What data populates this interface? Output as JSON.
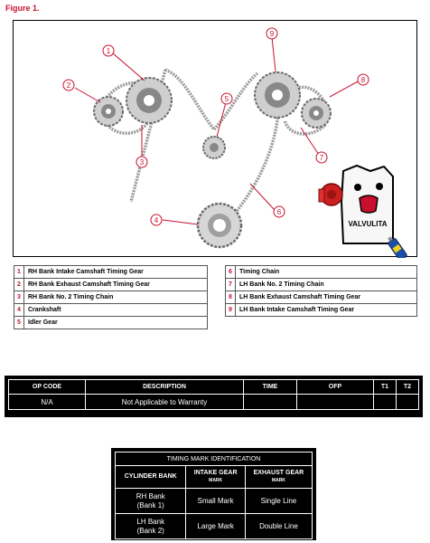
{
  "figure_title": "Figure 1.",
  "callouts": [
    "1",
    "2",
    "3",
    "4",
    "5",
    "6",
    "7",
    "8",
    "9"
  ],
  "logo": {
    "text": "VALVULITA"
  },
  "colors": {
    "callout": "#c8102e",
    "gear": "#8a8a8a",
    "logo_red": "#cc1f1f",
    "logo_blue": "#1e4fa8"
  },
  "legend": {
    "left": [
      {
        "num": "1",
        "label": "RH Bank Intake Camshaft Timing Gear"
      },
      {
        "num": "2",
        "label": "RH Bank Exhaust Camshaft Timing Gear"
      },
      {
        "num": "3",
        "label": "RH Bank No. 2 Timing Chain"
      },
      {
        "num": "4",
        "label": "Crankshaft"
      },
      {
        "num": "5",
        "label": "Idler Gear"
      }
    ],
    "right": [
      {
        "num": "6",
        "label": "Timing Chain"
      },
      {
        "num": "7",
        "label": "LH Bank No. 2 Timing Chain"
      },
      {
        "num": "8",
        "label": "LH Bank Exhaust Camshaft Timing Gear"
      },
      {
        "num": "9",
        "label": "LH Bank Intake Camshaft Timing Gear"
      }
    ]
  },
  "op_table": {
    "headers": {
      "op_code": "OP CODE",
      "description": "DESCRIPTION",
      "time": "TIME",
      "ofp": "OFP",
      "t1": "T1",
      "t2": "T2"
    },
    "row": {
      "op_code": "N/A",
      "description": "Not Applicable to Warranty",
      "time": "",
      "ofp": "",
      "t1": "",
      "t2": ""
    }
  },
  "timing_marks": {
    "caption": "TIMING MARK IDENTIFICATION",
    "headers": {
      "cylinder_bank": "CYLINDER BANK",
      "intake": "INTAKE GEAR",
      "intake_sub": "MARK",
      "exhaust": "EXHAUST GEAR",
      "exhaust_sub": "MARK"
    },
    "rows": [
      {
        "bank_line1": "RH Bank",
        "bank_line2": "(Bank 1)",
        "intake": "Small Mark",
        "exhaust": "Single Line"
      },
      {
        "bank_line1": "LH Bank",
        "bank_line2": "(Bank 2)",
        "intake": "Large Mark",
        "exhaust": "Double Line"
      }
    ]
  }
}
